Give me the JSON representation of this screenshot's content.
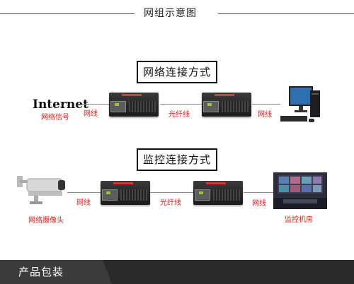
{
  "header": {
    "title": "网组示意图"
  },
  "network": {
    "title": "网络连接方式",
    "internet_label": "Internet",
    "internet_sub": "网络信号",
    "cable_1": "网线",
    "fiber": "光纤线",
    "cable_2": "网线"
  },
  "monitoring": {
    "title": "监控连接方式",
    "camera_label": "网络摄像头",
    "cable_1": "网线",
    "fiber": "光纤线",
    "cable_2": "网线",
    "room_label": "监控机房"
  },
  "footer": {
    "title": "产品包装"
  },
  "colors": {
    "label_red": "#e0201a",
    "footer_bg": "#2a2a2a",
    "converter_accent": "#d63a2a"
  },
  "icons": [
    "media-converter-icon",
    "computer-icon",
    "camera-icon",
    "monitoring-room-icon"
  ]
}
